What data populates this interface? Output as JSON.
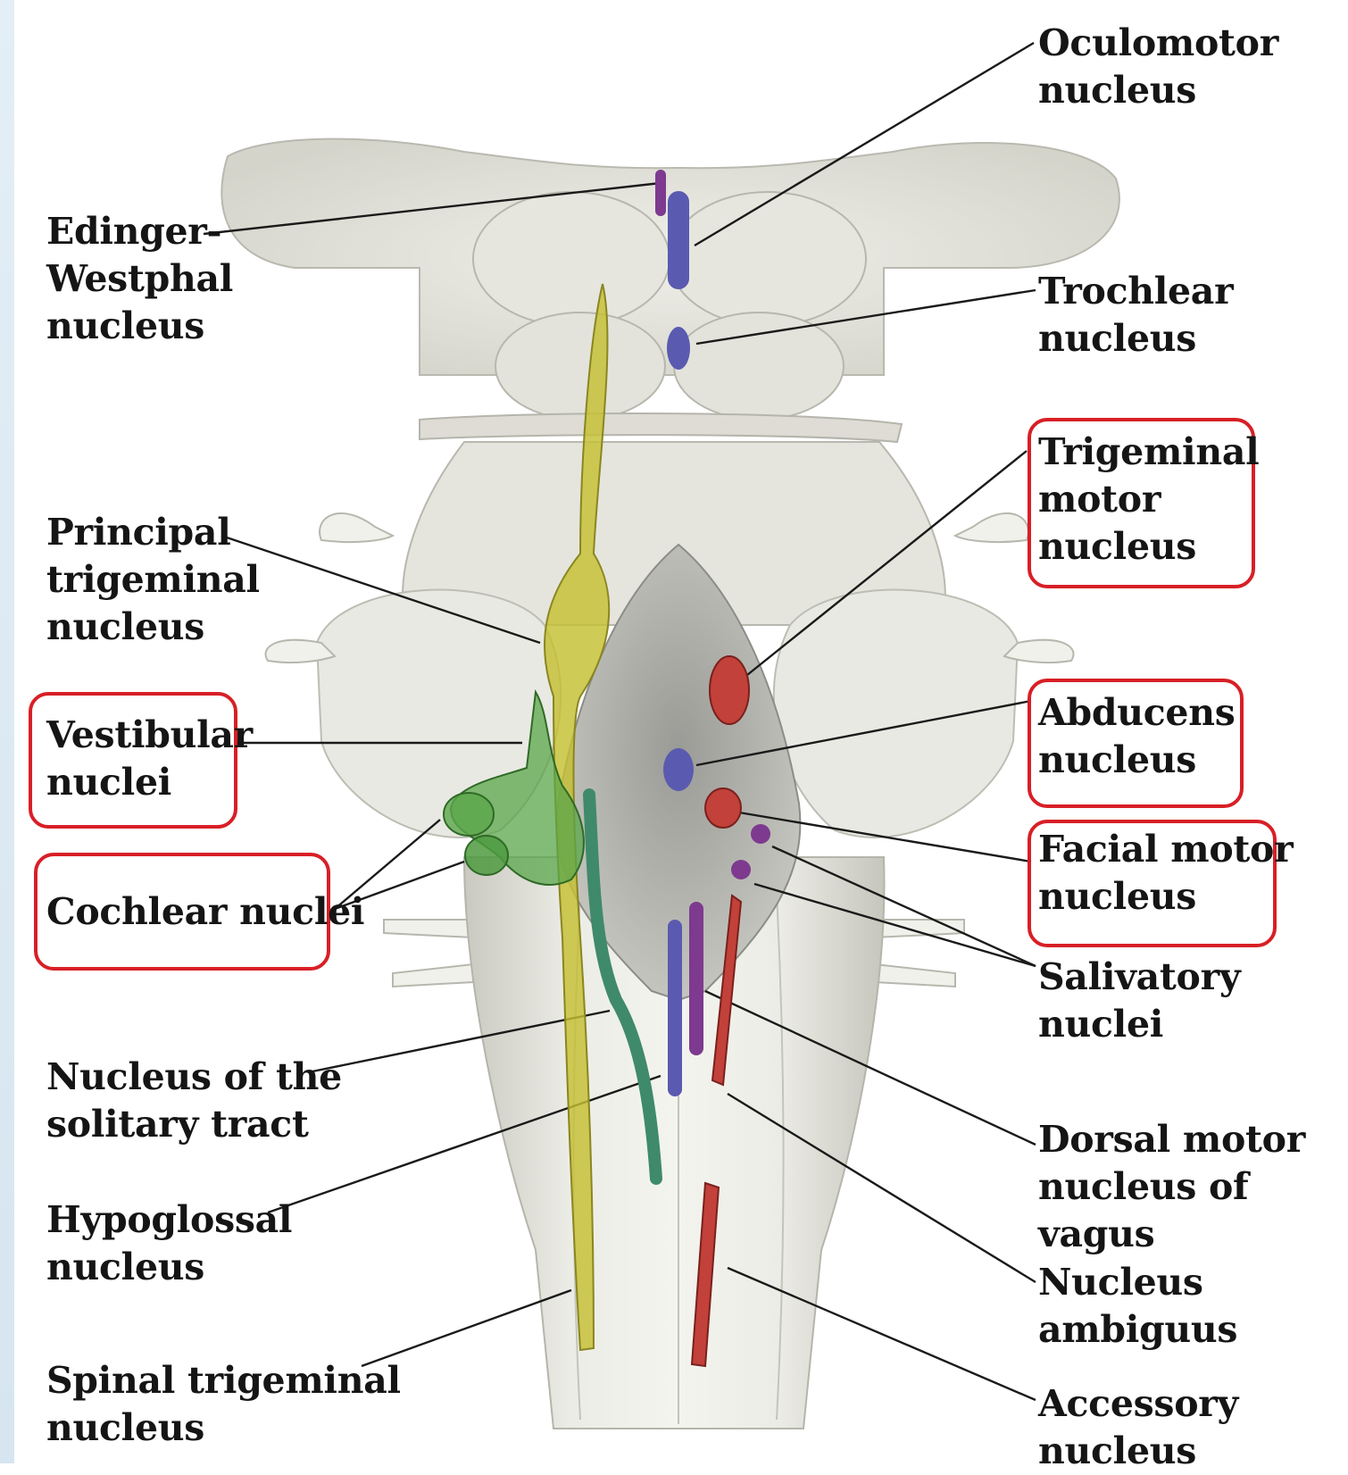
{
  "labels": {
    "oculomotor": "Oculomotor\nnucleus",
    "edinger_westphal": "Edinger-\nWestphal\nnucleus",
    "trochlear": "Trochlear\nnucleus",
    "trigeminal_motor": "Trigeminal\nmotor\nnucleus",
    "principal_trigeminal": "Principal\ntrigeminal\nnucleus",
    "abducens": "Abducens\nnucleus",
    "vestibular": "Vestibular\nnuclei",
    "facial_motor": "Facial motor\nnucleus",
    "cochlear": "Cochlear nuclei",
    "salivatory": "Salivatory\nnuclei",
    "solitary": "Nucleus of the\nsolitary tract",
    "dorsal_vagus": "Dorsal motor\nnucleus of vagus",
    "hypoglossal": "Hypoglossal\nnucleus",
    "ambiguus": "Nucleus\nambiguus",
    "spinal_trigeminal": "Spinal trigeminal\nnucleus",
    "accessory": "Accessory\nnucleus"
  },
  "highlighted": [
    "trigeminal_motor",
    "abducens",
    "facial_motor",
    "vestibular",
    "cochlear"
  ],
  "colors": {
    "highlight_box": "#d81f26",
    "motor_red": "#c2413a",
    "somatic_blue": "#5a5ab0",
    "visceral_purple": "#7d3a8f",
    "sensory_yellow": "#c4bf32",
    "vestibular_green": "#5aa64a",
    "solitary_teal": "#3f8a6a",
    "brainstem": "#e8e8e1"
  }
}
